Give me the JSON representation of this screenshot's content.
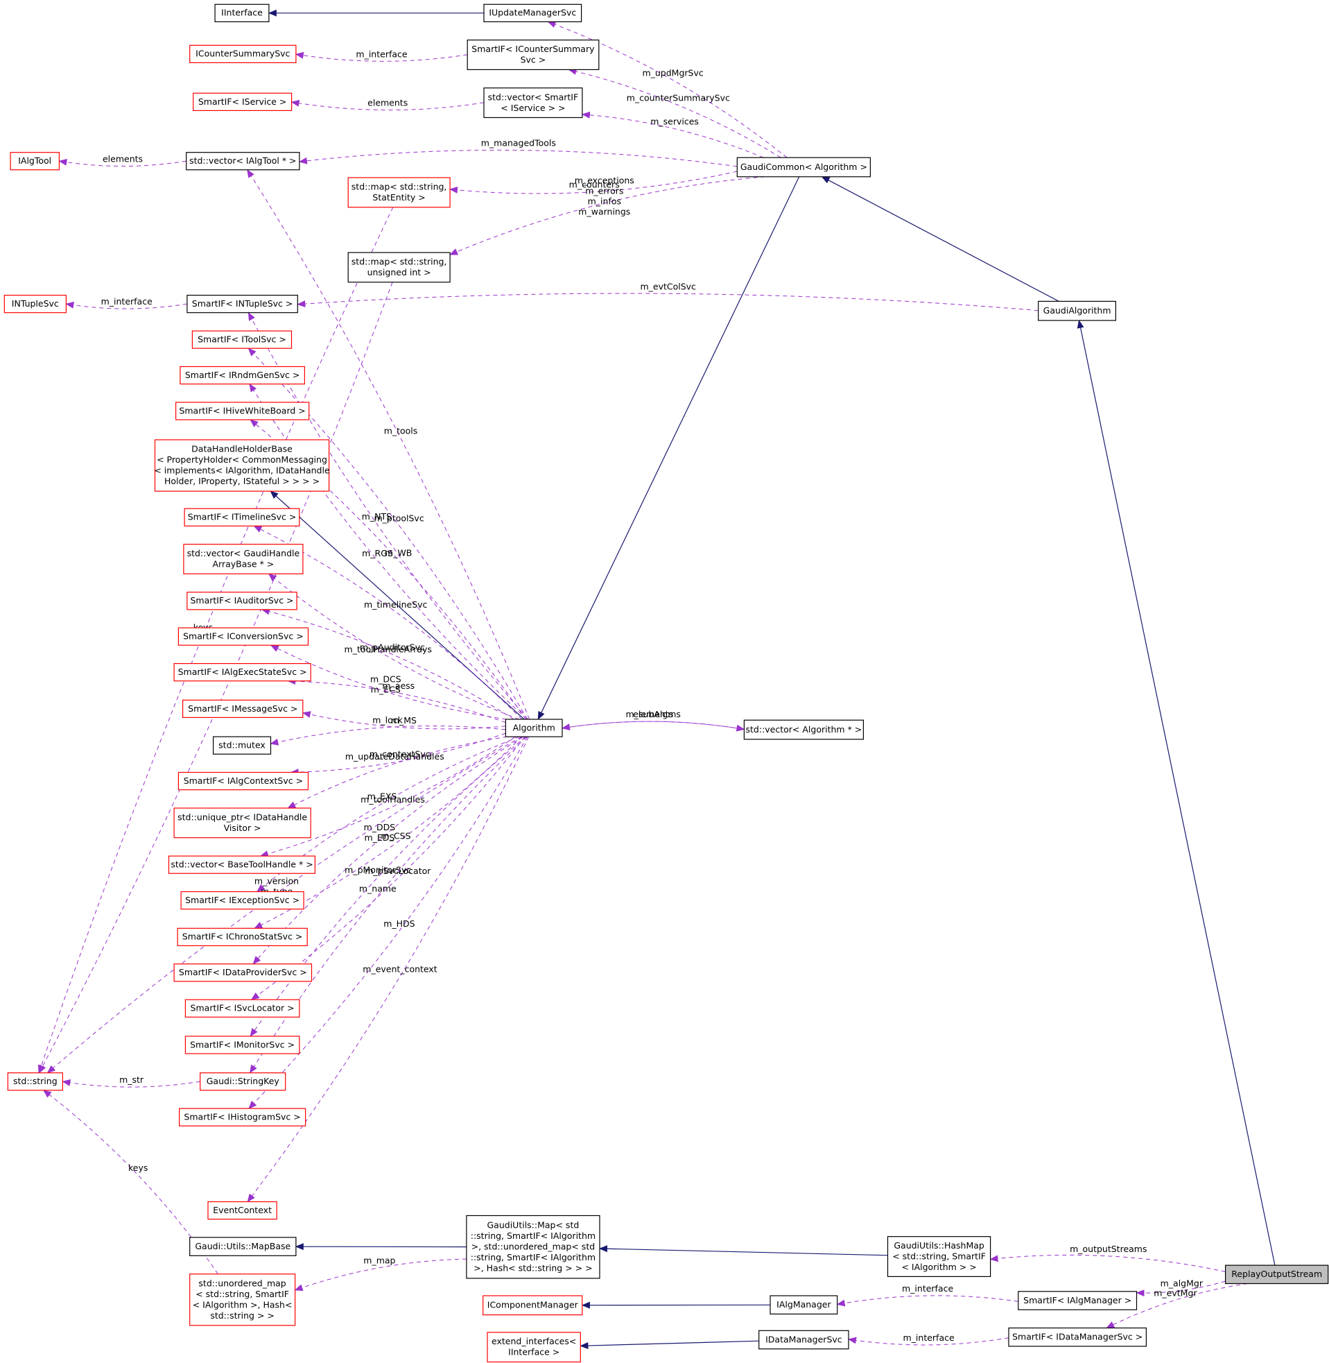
{
  "nodes": {
    "IInterface": {
      "lines": [
        "IInterface"
      ],
      "style": "plain"
    },
    "IUpdateManagerSvc": {
      "lines": [
        "IUpdateManagerSvc"
      ],
      "style": "plain"
    },
    "ICounterSummarySvc": {
      "lines": [
        "ICounterSummarySvc"
      ],
      "style": "red"
    },
    "SmartIF_ICounterSummarySvc": {
      "lines": [
        "SmartIF< ICounterSummary",
        "Svc >"
      ],
      "style": "plain"
    },
    "SmartIF_IService": {
      "lines": [
        "SmartIF< IService >"
      ],
      "style": "red"
    },
    "vector_SmartIF_IService": {
      "lines": [
        "std::vector< SmartIF",
        "< IService > >"
      ],
      "style": "plain"
    },
    "IAlgTool": {
      "lines": [
        "IAlgTool"
      ],
      "style": "red"
    },
    "vector_IAlgTool": {
      "lines": [
        "std::vector< IAlgTool * >"
      ],
      "style": "plain"
    },
    "map_StatEntity": {
      "lines": [
        "std::map< std::string,",
        "StatEntity >"
      ],
      "style": "red"
    },
    "GaudiCommon_Algorithm": {
      "lines": [
        "GaudiCommon< Algorithm >"
      ],
      "style": "plain"
    },
    "map_uint": {
      "lines": [
        "std::map< std::string,",
        "unsigned int >"
      ],
      "style": "plain"
    },
    "INTupleSvc": {
      "lines": [
        "INTupleSvc"
      ],
      "style": "red"
    },
    "SmartIF_INTupleSvc": {
      "lines": [
        "SmartIF< INTupleSvc >"
      ],
      "style": "plain"
    },
    "GaudiAlgorithm": {
      "lines": [
        "GaudiAlgorithm"
      ],
      "style": "plain"
    },
    "SmartIF_IToolSvc": {
      "lines": [
        "SmartIF< IToolSvc >"
      ],
      "style": "red"
    },
    "SmartIF_IRndmGenSvc": {
      "lines": [
        "SmartIF< IRndmGenSvc >"
      ],
      "style": "red"
    },
    "SmartIF_IHiveWhiteBoard": {
      "lines": [
        "SmartIF< IHiveWhiteBoard >"
      ],
      "style": "red"
    },
    "DataHandleHolderBase": {
      "lines": [
        "DataHandleHolderBase",
        "< PropertyHolder< CommonMessaging",
        "< implements< IAlgorithm, IDataHandle",
        "Holder, IProperty, IStateful > > > >"
      ],
      "style": "red"
    },
    "SmartIF_ITimelineSvc": {
      "lines": [
        "SmartIF< ITimelineSvc >"
      ],
      "style": "red"
    },
    "vector_GaudiHandleArrayBase": {
      "lines": [
        "std::vector< GaudiHandle",
        "ArrayBase * >"
      ],
      "style": "red"
    },
    "SmartIF_IAuditorSvc": {
      "lines": [
        "SmartIF< IAuditorSvc >"
      ],
      "style": "red"
    },
    "SmartIF_IConversionSvc": {
      "lines": [
        "SmartIF< IConversionSvc >"
      ],
      "style": "red"
    },
    "SmartIF_IAlgExecStateSvc": {
      "lines": [
        "SmartIF< IAlgExecStateSvc >"
      ],
      "style": "red"
    },
    "SmartIF_IMessageSvc": {
      "lines": [
        "SmartIF< IMessageSvc >"
      ],
      "style": "red"
    },
    "std_mutex": {
      "lines": [
        "std::mutex"
      ],
      "style": "plain"
    },
    "Algorithm": {
      "lines": [
        "Algorithm"
      ],
      "style": "plain"
    },
    "vector_Algorithm": {
      "lines": [
        "std::vector< Algorithm * >"
      ],
      "style": "plain"
    },
    "SmartIF_IAlgContextSvc": {
      "lines": [
        "SmartIF< IAlgContextSvc >"
      ],
      "style": "red"
    },
    "unique_ptr_IDataHandleVisitor": {
      "lines": [
        "std::unique_ptr< IDataHandle",
        "Visitor >"
      ],
      "style": "red"
    },
    "vector_BaseToolHandle": {
      "lines": [
        "std::vector< BaseToolHandle * >"
      ],
      "style": "red"
    },
    "SmartIF_IExceptionSvc": {
      "lines": [
        "SmartIF< IExceptionSvc >"
      ],
      "style": "red"
    },
    "SmartIF_IChronoStatSvc": {
      "lines": [
        "SmartIF< IChronoStatSvc >"
      ],
      "style": "red"
    },
    "SmartIF_IDataProviderSvc": {
      "lines": [
        "SmartIF< IDataProviderSvc >"
      ],
      "style": "red"
    },
    "SmartIF_ISvcLocator": {
      "lines": [
        "SmartIF< ISvcLocator >"
      ],
      "style": "red"
    },
    "SmartIF_IMonitorSvc": {
      "lines": [
        "SmartIF< IMonitorSvc >"
      ],
      "style": "red"
    },
    "std_string": {
      "lines": [
        "std::string"
      ],
      "style": "red"
    },
    "Gaudi_StringKey": {
      "lines": [
        "Gaudi::StringKey"
      ],
      "style": "red"
    },
    "SmartIF_IHistogramSvc": {
      "lines": [
        "SmartIF< IHistogramSvc >"
      ],
      "style": "red"
    },
    "EventContext": {
      "lines": [
        "EventContext"
      ],
      "style": "red"
    },
    "Gaudi_Utils_MapBase": {
      "lines": [
        "Gaudi::Utils::MapBase"
      ],
      "style": "plain"
    },
    "GaudiUtils_Map": {
      "lines": [
        "GaudiUtils::Map< std",
        "::string, SmartIF< IAlgorithm",
        ">, std::unordered_map< std",
        "::string, SmartIF< IAlgorithm",
        ">, Hash< std::string > > >"
      ],
      "style": "plain"
    },
    "GaudiUtils_HashMap": {
      "lines": [
        "GaudiUtils::HashMap",
        "< std::string, SmartIF",
        "< IAlgorithm > >"
      ],
      "style": "plain"
    },
    "ReplayOutputStream": {
      "lines": [
        "ReplayOutputStream"
      ],
      "style": "main"
    },
    "unordered_map": {
      "lines": [
        "std::unordered_map",
        "< std::string, SmartIF",
        "< IAlgorithm >, Hash<",
        "std::string > >"
      ],
      "style": "red"
    },
    "IComponentManager": {
      "lines": [
        "IComponentManager"
      ],
      "style": "red"
    },
    "IAlgManager": {
      "lines": [
        "IAlgManager"
      ],
      "style": "plain"
    },
    "SmartIF_IAlgManager": {
      "lines": [
        "SmartIF< IAlgManager >"
      ],
      "style": "plain"
    },
    "extend_interfaces": {
      "lines": [
        "extend_interfaces<",
        "IInterface >"
      ],
      "style": "red"
    },
    "IDataManagerSvc": {
      "lines": [
        "IDataManagerSvc"
      ],
      "style": "plain"
    },
    "SmartIF_IDataManagerSvc": {
      "lines": [
        "SmartIF< IDataManagerSvc >"
      ],
      "style": "plain"
    }
  },
  "edges": [
    {
      "from": "IUpdateManagerSvc",
      "to": "IInterface",
      "kind": "inherit"
    },
    {
      "from": "GaudiCommon_Algorithm",
      "to": "IUpdateManagerSvc",
      "kind": "use",
      "label": [
        "m_updMgrSvc"
      ]
    },
    {
      "from": "SmartIF_ICounterSummarySvc",
      "to": "ICounterSummarySvc",
      "kind": "use",
      "label": [
        "m_interface"
      ]
    },
    {
      "from": "GaudiCommon_Algorithm",
      "to": "SmartIF_ICounterSummarySvc",
      "kind": "use",
      "label": [
        "m_counterSummarySvc"
      ]
    },
    {
      "from": "vector_SmartIF_IService",
      "to": "SmartIF_IService",
      "kind": "use",
      "label": [
        "elements"
      ]
    },
    {
      "from": "GaudiCommon_Algorithm",
      "to": "vector_SmartIF_IService",
      "kind": "use",
      "label": [
        "m_services"
      ]
    },
    {
      "from": "vector_IAlgTool",
      "to": "IAlgTool",
      "kind": "use",
      "label": [
        "elements"
      ]
    },
    {
      "from": "GaudiCommon_Algorithm",
      "to": "vector_IAlgTool",
      "kind": "use",
      "label": [
        "m_managedTools"
      ]
    },
    {
      "from": "GaudiCommon_Algorithm",
      "to": "map_StatEntity",
      "kind": "use",
      "label": [
        "m_counters"
      ]
    },
    {
      "from": "GaudiCommon_Algorithm",
      "to": "map_uint",
      "kind": "use",
      "label": [
        "m_exceptions",
        "m_errors",
        "m_infos",
        "m_warnings"
      ]
    },
    {
      "from": "GaudiAlgorithm",
      "to": "GaudiCommon_Algorithm",
      "kind": "inherit"
    },
    {
      "from": "GaudiCommon_Algorithm",
      "to": "Algorithm",
      "kind": "inherit"
    },
    {
      "from": "ReplayOutputStream",
      "to": "GaudiAlgorithm",
      "kind": "inherit"
    },
    {
      "from": "GaudiAlgorithm",
      "to": "SmartIF_INTupleSvc",
      "kind": "use",
      "label": [
        "m_evtColSvc"
      ]
    },
    {
      "from": "SmartIF_INTupleSvc",
      "to": "INTupleSvc",
      "kind": "use",
      "label": [
        "m_interface"
      ]
    },
    {
      "from": "map_StatEntity",
      "to": "std_string",
      "kind": "use",
      "label": [
        "keys"
      ]
    },
    {
      "from": "map_uint",
      "to": "std_string",
      "kind": "use",
      "label": [
        "keys"
      ]
    },
    {
      "from": "Algorithm",
      "to": "vector_IAlgTool",
      "kind": "use",
      "label": [
        "m_tools"
      ]
    },
    {
      "from": "Algorithm",
      "to": "SmartIF_INTupleSvc",
      "kind": "use",
      "label": [
        "m_NTS"
      ]
    },
    {
      "from": "Algorithm",
      "to": "SmartIF_IToolSvc",
      "kind": "use",
      "label": [
        "m_ptoolSvc"
      ]
    },
    {
      "from": "Algorithm",
      "to": "SmartIF_IRndmGenSvc",
      "kind": "use",
      "label": [
        "m_RGS"
      ]
    },
    {
      "from": "Algorithm",
      "to": "SmartIF_IHiveWhiteBoard",
      "kind": "use",
      "label": [
        "m_WB"
      ]
    },
    {
      "from": "Algorithm",
      "to": "DataHandleHolderBase",
      "kind": "inherit"
    },
    {
      "from": "Algorithm",
      "to": "SmartIF_ITimelineSvc",
      "kind": "use",
      "label": [
        "m_timelineSvc"
      ]
    },
    {
      "from": "Algorithm",
      "to": "vector_GaudiHandleArrayBase",
      "kind": "use",
      "label": [
        "m_toolHandleArrays"
      ]
    },
    {
      "from": "Algorithm",
      "to": "SmartIF_IAuditorSvc",
      "kind": "use",
      "label": [
        "m_pAuditorSvc"
      ]
    },
    {
      "from": "Algorithm",
      "to": "SmartIF_IConversionSvc",
      "kind": "use",
      "label": [
        "m_DCS",
        "m_ECS"
      ]
    },
    {
      "from": "Algorithm",
      "to": "SmartIF_IAlgExecStateSvc",
      "kind": "use",
      "label": [
        "m_aess"
      ]
    },
    {
      "from": "Algorithm",
      "to": "SmartIF_IMessageSvc",
      "kind": "use",
      "label": [
        "m_MS"
      ]
    },
    {
      "from": "Algorithm",
      "to": "std_mutex",
      "kind": "use",
      "label": [
        "m_lock"
      ]
    },
    {
      "from": "Algorithm",
      "to": "vector_Algorithm",
      "kind": "use",
      "label": [
        "m_subAlgms"
      ]
    },
    {
      "from": "vector_Algorithm",
      "to": "Algorithm",
      "kind": "use",
      "label": [
        "elements"
      ]
    },
    {
      "from": "Algorithm",
      "to": "SmartIF_IAlgContextSvc",
      "kind": "use",
      "label": [
        "m_contextSvc"
      ]
    },
    {
      "from": "Algorithm",
      "to": "unique_ptr_IDataHandleVisitor",
      "kind": "use",
      "label": [
        "m_updateDataHandles"
      ]
    },
    {
      "from": "Algorithm",
      "to": "vector_BaseToolHandle",
      "kind": "use",
      "label": [
        "m_toolHandles"
      ]
    },
    {
      "from": "Algorithm",
      "to": "SmartIF_IExceptionSvc",
      "kind": "use",
      "label": [
        "m_EXS"
      ]
    },
    {
      "from": "Algorithm",
      "to": "SmartIF_IChronoStatSvc",
      "kind": "use",
      "label": [
        "m_CSS"
      ]
    },
    {
      "from": "Algorithm",
      "to": "SmartIF_IDataProviderSvc",
      "kind": "use",
      "label": [
        "m_DDS",
        "m_EDS"
      ]
    },
    {
      "from": "Algorithm",
      "to": "SmartIF_ISvcLocator",
      "kind": "use",
      "label": [
        "m_pSvcLocator"
      ]
    },
    {
      "from": "Algorithm",
      "to": "SmartIF_IMonitorSvc",
      "kind": "use",
      "label": [
        "m_pMonitorSvc"
      ]
    },
    {
      "from": "Gaudi_StringKey",
      "to": "std_string",
      "kind": "use",
      "label": [
        "m_str"
      ]
    },
    {
      "from": "Algorithm",
      "to": "Gaudi_StringKey",
      "kind": "use",
      "label": [
        "m_name"
      ]
    },
    {
      "from": "Algorithm",
      "to": "SmartIF_IHistogramSvc",
      "kind": "use",
      "label": [
        "m_HDS"
      ]
    },
    {
      "from": "Algorithm",
      "to": "std_string",
      "kind": "use",
      "label": [
        "m_version",
        "m_type"
      ]
    },
    {
      "from": "Algorithm",
      "to": "EventContext",
      "kind": "use",
      "label": [
        "m_event_context"
      ]
    },
    {
      "from": "unordered_map",
      "to": "std_string",
      "kind": "use",
      "label": [
        "keys"
      ]
    },
    {
      "from": "GaudiUtils_Map",
      "to": "Gaudi_Utils_MapBase",
      "kind": "inherit"
    },
    {
      "from": "GaudiUtils_Map",
      "to": "unordered_map",
      "kind": "use",
      "label": [
        "m_map"
      ]
    },
    {
      "from": "GaudiUtils_HashMap",
      "to": "GaudiUtils_Map",
      "kind": "inherit"
    },
    {
      "from": "ReplayOutputStream",
      "to": "GaudiUtils_HashMap",
      "kind": "use",
      "label": [
        "m_outputStreams"
      ]
    },
    {
      "from": "IAlgManager",
      "to": "IComponentManager",
      "kind": "inherit"
    },
    {
      "from": "SmartIF_IAlgManager",
      "to": "IAlgManager",
      "kind": "use",
      "label": [
        "m_interface"
      ]
    },
    {
      "from": "ReplayOutputStream",
      "to": "SmartIF_IAlgManager",
      "kind": "use",
      "label": [
        "m_algMgr"
      ]
    },
    {
      "from": "IDataManagerSvc",
      "to": "extend_interfaces",
      "kind": "inherit"
    },
    {
      "from": "SmartIF_IDataManagerSvc",
      "to": "IDataManagerSvc",
      "kind": "use",
      "label": [
        "m_interface"
      ]
    },
    {
      "from": "ReplayOutputStream",
      "to": "SmartIF_IDataManagerSvc",
      "kind": "use",
      "label": [
        "m_evtMgr"
      ]
    }
  ],
  "colors": {
    "use_edge": "#9a32cd",
    "inherit_edge": "#191970",
    "red_border": "#ff0000",
    "plain_border": "#000000",
    "highlight_fill": "#bfbfbf"
  }
}
